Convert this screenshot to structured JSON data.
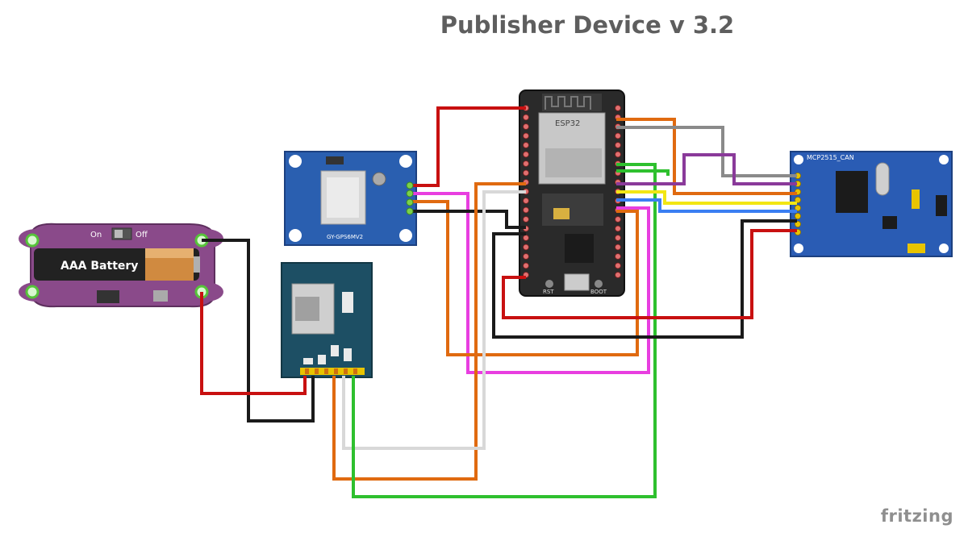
{
  "title": "Publisher Device v 3.2",
  "watermark": "fritzing",
  "battery": {
    "label": "AAA Battery",
    "switch_on": "On",
    "switch_off": "Off"
  },
  "gps": {
    "label": "GY-GPS6MV2"
  },
  "esp32": {
    "chip_label": "ESP32",
    "reset_label": "RST",
    "boot_label": "BOOT"
  },
  "can": {
    "label": "MCP2515_CAN"
  },
  "colors": {
    "red": "#c81010",
    "black": "#1a1a1a",
    "orange": "#e06a10",
    "pink": "#e83ee0",
    "green": "#2ec02e",
    "gray": "#8a8a8a",
    "lightgray": "#cfcfcf",
    "purple": "#8a3a9a",
    "yellow": "#f2e614",
    "blue": "#3a7ef2"
  }
}
